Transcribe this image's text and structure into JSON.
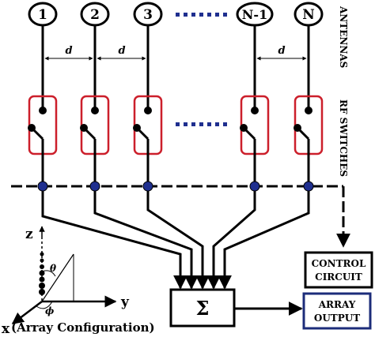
{
  "antennas": {
    "side_label": "ANTENNAS",
    "items": [
      {
        "label": "1"
      },
      {
        "label": "2"
      },
      {
        "label": "3"
      },
      {
        "label": "N-1"
      },
      {
        "label": "N"
      }
    ],
    "spacing_label": "d"
  },
  "switches": {
    "side_label": "RF SWITCHES"
  },
  "summer": {
    "symbol": "Σ"
  },
  "control_circuit": {
    "line1": "CONTROL",
    "line2": "CIRCUIT"
  },
  "array_output": {
    "line1": "ARRAY",
    "line2": "OUTPUT"
  },
  "axes": {
    "z": "z",
    "y": "y",
    "x": "x",
    "theta": "θ",
    "phi": "ϕ",
    "caption": "(Array Configuration)"
  },
  "colors": {
    "switch_box": "#cc1f2b",
    "node": "#1f2f8f",
    "output_box": "#1c2c7a",
    "line": "#000000"
  }
}
